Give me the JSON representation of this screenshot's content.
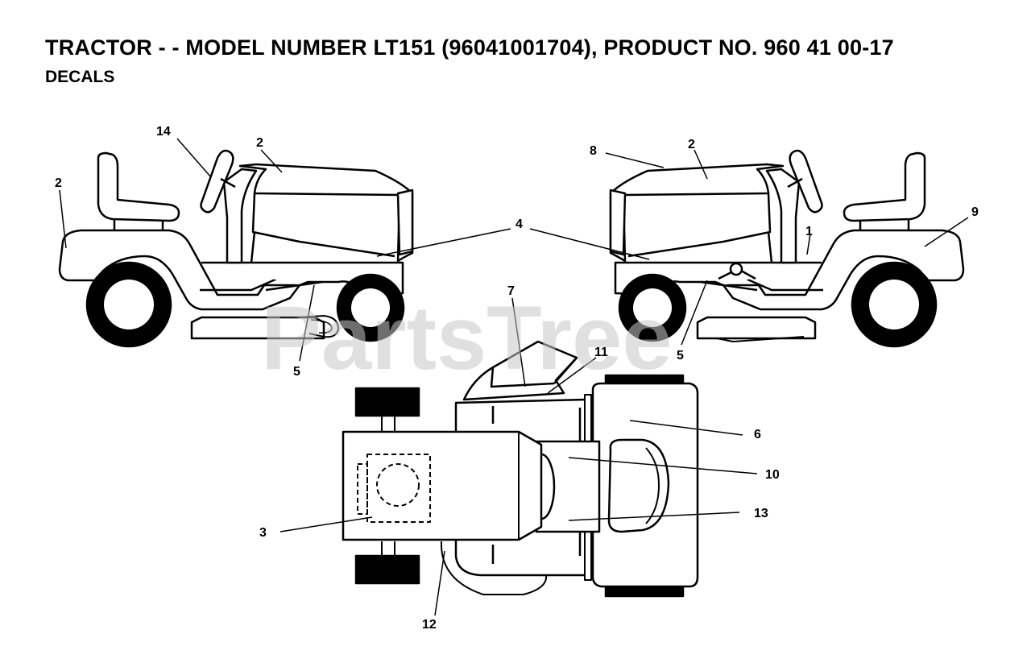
{
  "header": {
    "title": "TRACTOR - - MODEL NUMBER LT151 (96041001704), PRODUCT NO. 960 41 00-17",
    "subtitle": "DECALS"
  },
  "watermark": "PartsTree",
  "callouts": [
    "1",
    "2",
    "2",
    "2",
    "3",
    "4",
    "5",
    "5",
    "6",
    "7",
    "8",
    "9",
    "10",
    "11",
    "12",
    "13",
    "14"
  ]
}
